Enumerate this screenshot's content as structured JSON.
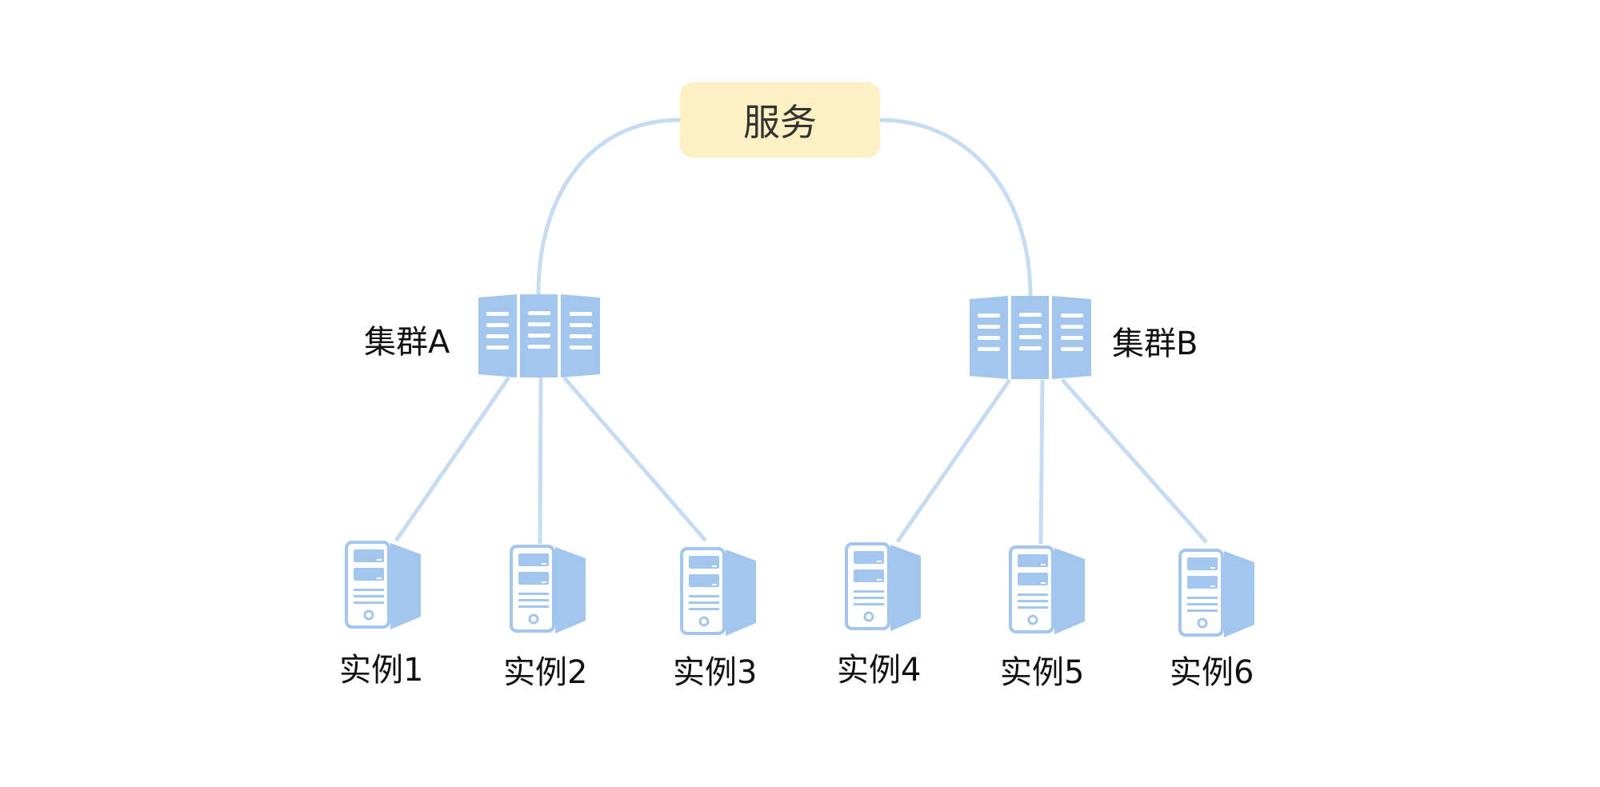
{
  "colors": {
    "line": "#c6dcf3",
    "icon_fill": "#a3c6ef",
    "icon_stroke": "#a3c6ef",
    "service_bg": "#fdf0c2",
    "text": "#111111"
  },
  "service": {
    "label": "服务",
    "icon": "none"
  },
  "clusters": [
    {
      "id": "A",
      "label": "集群A",
      "icon": "server-rack-icon",
      "instances": [
        "1",
        "2",
        "3"
      ]
    },
    {
      "id": "B",
      "label": "集群B",
      "icon": "server-rack-icon",
      "instances": [
        "4",
        "5",
        "6"
      ]
    }
  ],
  "instances": [
    {
      "label": "实例1",
      "icon": "server-tower-icon"
    },
    {
      "label": "实例2",
      "icon": "server-tower-icon"
    },
    {
      "label": "实例3",
      "icon": "server-tower-icon"
    },
    {
      "label": "实例4",
      "icon": "server-tower-icon"
    },
    {
      "label": "实例5",
      "icon": "server-tower-icon"
    },
    {
      "label": "实例6",
      "icon": "server-tower-icon"
    }
  ]
}
